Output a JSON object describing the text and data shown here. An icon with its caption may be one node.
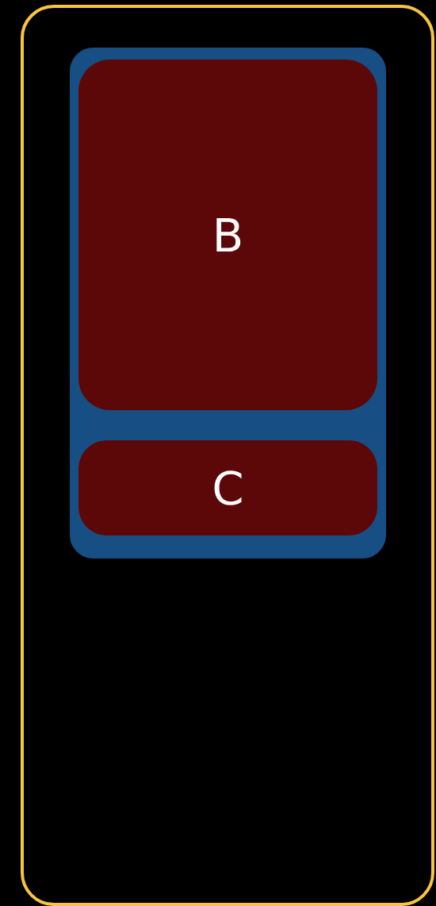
{
  "diagram": {
    "nodes": [
      {
        "text": [],
        "shape": "box"
      },
      {
        "text": [],
        "shape": "box",
        "in": 0
      },
      {
        "text": [
          "B"
        ],
        "in": 1
      },
      {
        "text": [
          "C"
        ],
        "in": 1
      }
    ]
  }
}
